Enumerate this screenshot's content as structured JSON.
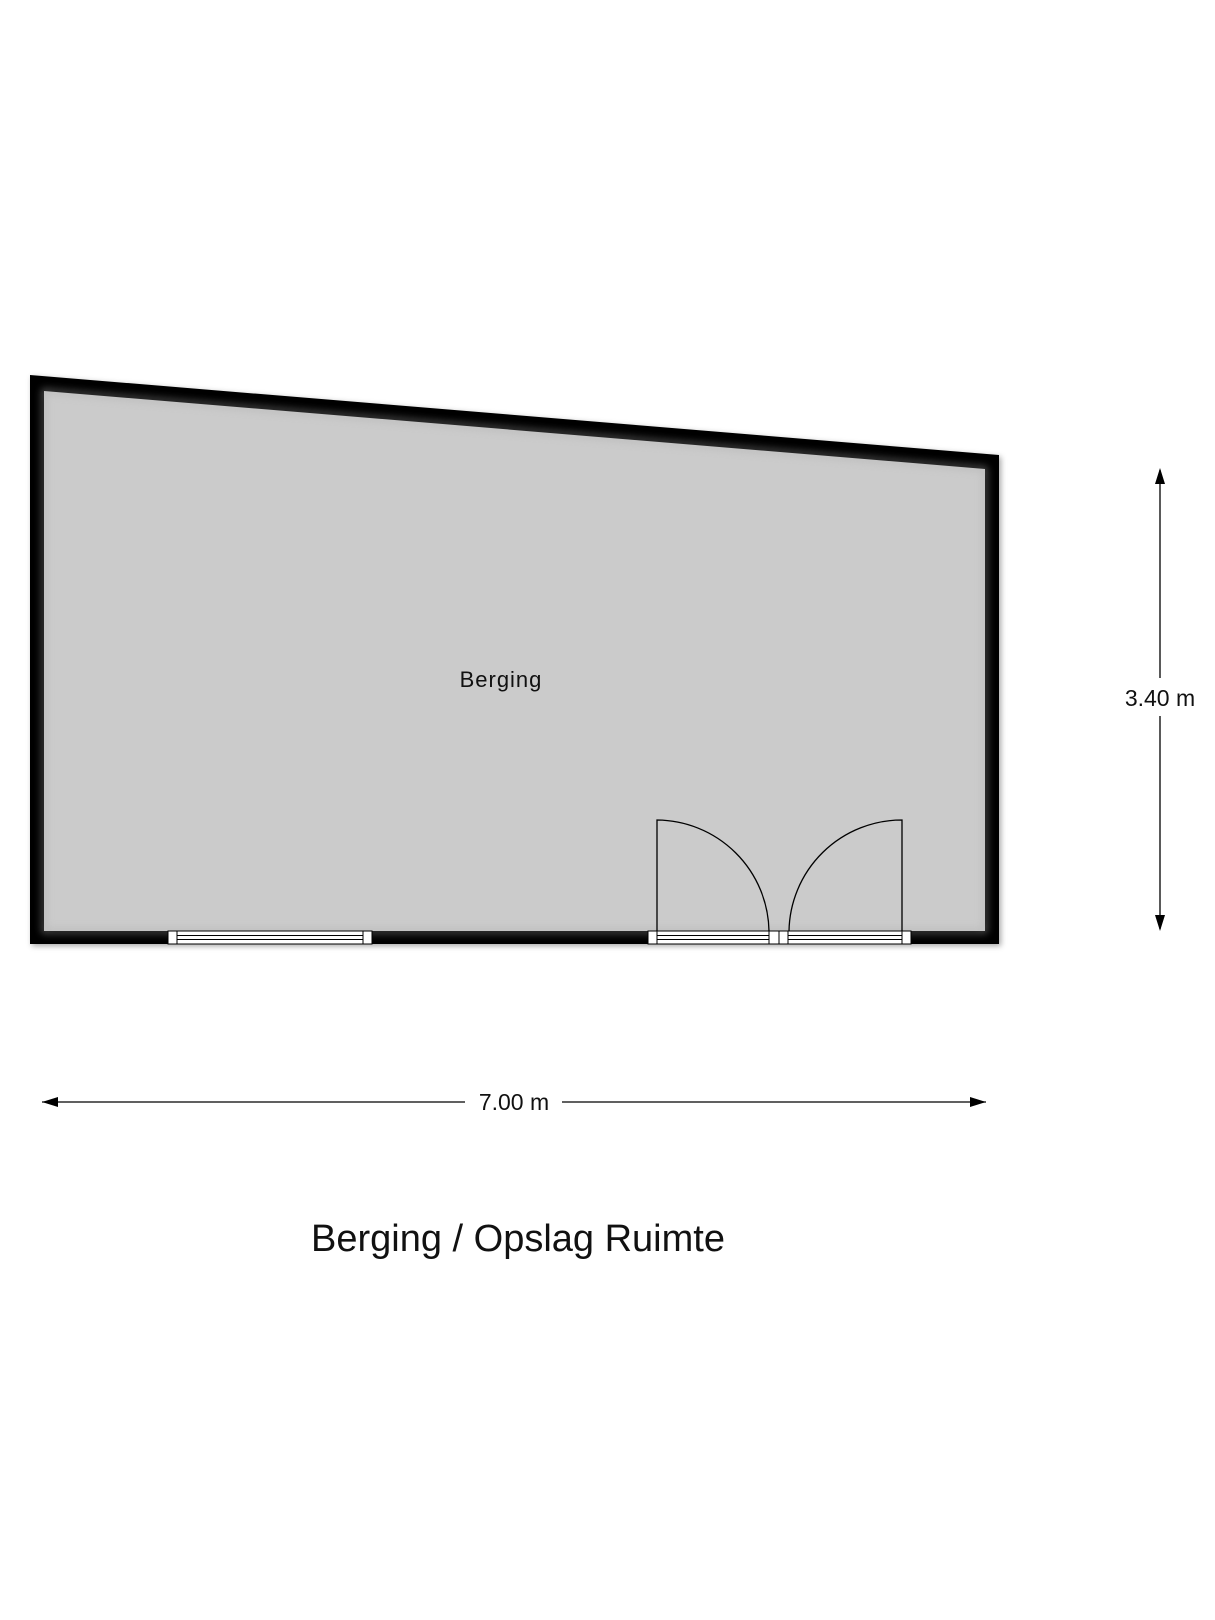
{
  "plan": {
    "room_label": "Berging",
    "dimension_width": "7.00 m",
    "dimension_height": "3.40 m",
    "title": "Berging / Opslag Ruimte"
  },
  "colors": {
    "floor": "#cbcbcb",
    "wall": "#000000",
    "background": "#ffffff"
  }
}
